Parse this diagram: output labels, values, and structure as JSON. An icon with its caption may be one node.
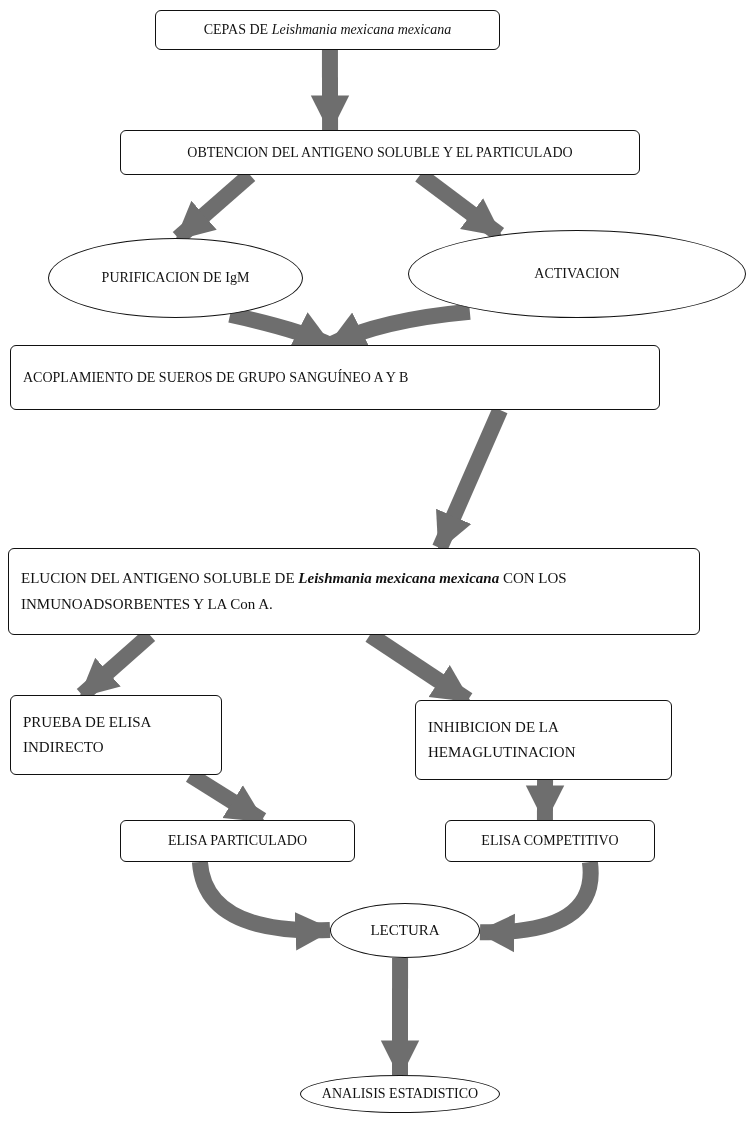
{
  "diagram": {
    "nodes": [
      {
        "text": [
          "CEPAS DE *Leishmania mexicana mexicana*"
        ]
      },
      {
        "text": [
          "OBTENCION DEL ANTIGENO SOLUBLE Y EL PARTICULADO"
        ]
      },
      {
        "text": [
          "PURIFICACION DE IgM"
        ]
      },
      {
        "text": [
          "ACTIVACION"
        ]
      },
      {
        "text": [
          "ACOPLAMIENTO DE SUEROS DE GRUPO SANGUÍNEO A Y B"
        ]
      },
      {
        "text": [
          "ELUCION DEL ANTIGENO SOLUBLE DE **Leishmania mexicana mexicana** CON LOS INMUNOADSORBENTES Y LA Con A."
        ]
      },
      {
        "text": [
          "PRUEBA DE ELISA INDIRECTO"
        ]
      },
      {
        "text": [
          "INHIBICION DE LA HEMAGLUTINACION"
        ]
      },
      {
        "text": [
          "ELISA PARTICULADO"
        ]
      },
      {
        "text": [
          "ELISA COMPETITIVO"
        ]
      },
      {
        "text": [
          "LECTURA"
        ]
      },
      {
        "text": [
          "ANALISIS ESTADISTICO"
        ]
      }
    ],
    "edges": [
      {
        "from": 0,
        "to": 1,
        "arrow": "to"
      },
      {
        "from": 1,
        "to": 2,
        "arrow": "to"
      },
      {
        "from": 1,
        "to": 3,
        "arrow": "to"
      },
      {
        "from": 2,
        "to": 4,
        "arrow": "to"
      },
      {
        "from": 3,
        "to": 4,
        "arrow": "to"
      },
      {
        "from": 4,
        "to": 5,
        "arrow": "to"
      },
      {
        "from": 5,
        "to": 6,
        "arrow": "to"
      },
      {
        "from": 5,
        "to": 7,
        "arrow": "to"
      },
      {
        "from": 6,
        "to": 8,
        "arrow": "to"
      },
      {
        "from": 7,
        "to": 9,
        "arrow": "to"
      },
      {
        "from": 8,
        "to": 10,
        "arrow": "to"
      },
      {
        "from": 9,
        "to": 10,
        "arrow": "to"
      },
      {
        "from": 10,
        "to": 11,
        "arrow": "to"
      }
    ]
  }
}
